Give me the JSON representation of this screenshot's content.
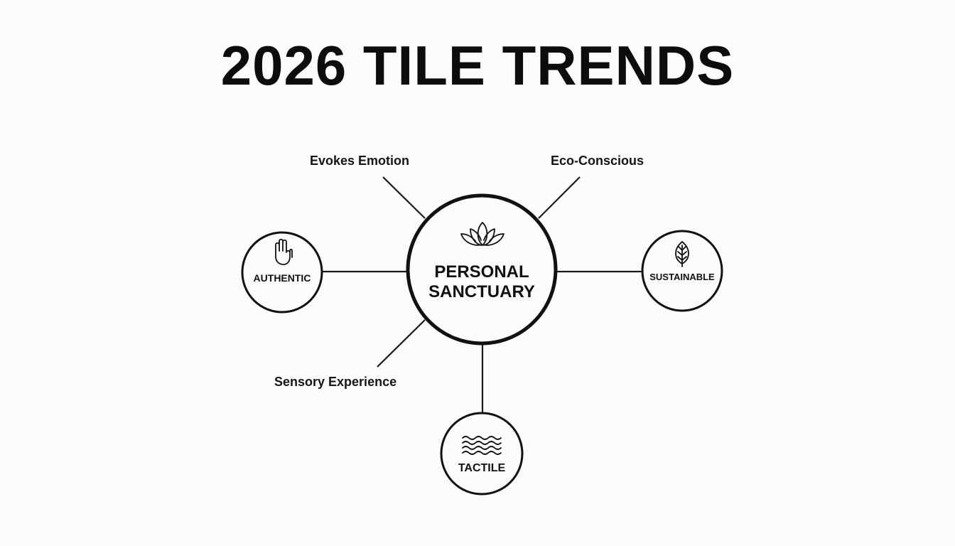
{
  "title": "2026 TILE TRENDS",
  "center": {
    "line1": "PERSONAL",
    "line2": "SANCTUARY",
    "icon": "lotus-icon"
  },
  "nodes": {
    "authentic": {
      "label": "AUTHENTIC",
      "icon": "hand-icon"
    },
    "sustainable": {
      "label": "SUSTAINABLE",
      "icon": "leaf-icon"
    },
    "tactile": {
      "label": "TACTILE",
      "icon": "waves-icon"
    }
  },
  "branches": {
    "evokes_emotion": "Evokes Emotion",
    "eco_conscious": "Eco-Conscious",
    "sensory_experience": "Sensory Experience"
  },
  "colors": {
    "background": "#fbfbfb",
    "ink": "#111111"
  }
}
